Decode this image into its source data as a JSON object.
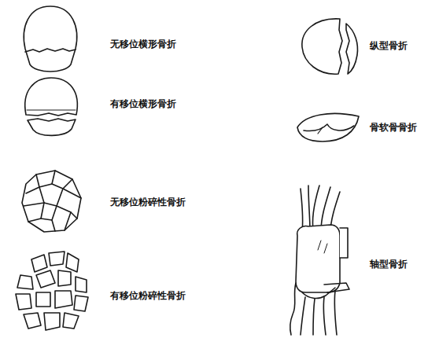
{
  "diagram": {
    "labels": [
      "无移位横形骨折",
      "纵型骨折",
      "有移位横形骨折",
      "骨软骨骨折",
      "无移位粉碎性骨折",
      "轴型骨折",
      "有移位粉碎性骨折"
    ]
  }
}
